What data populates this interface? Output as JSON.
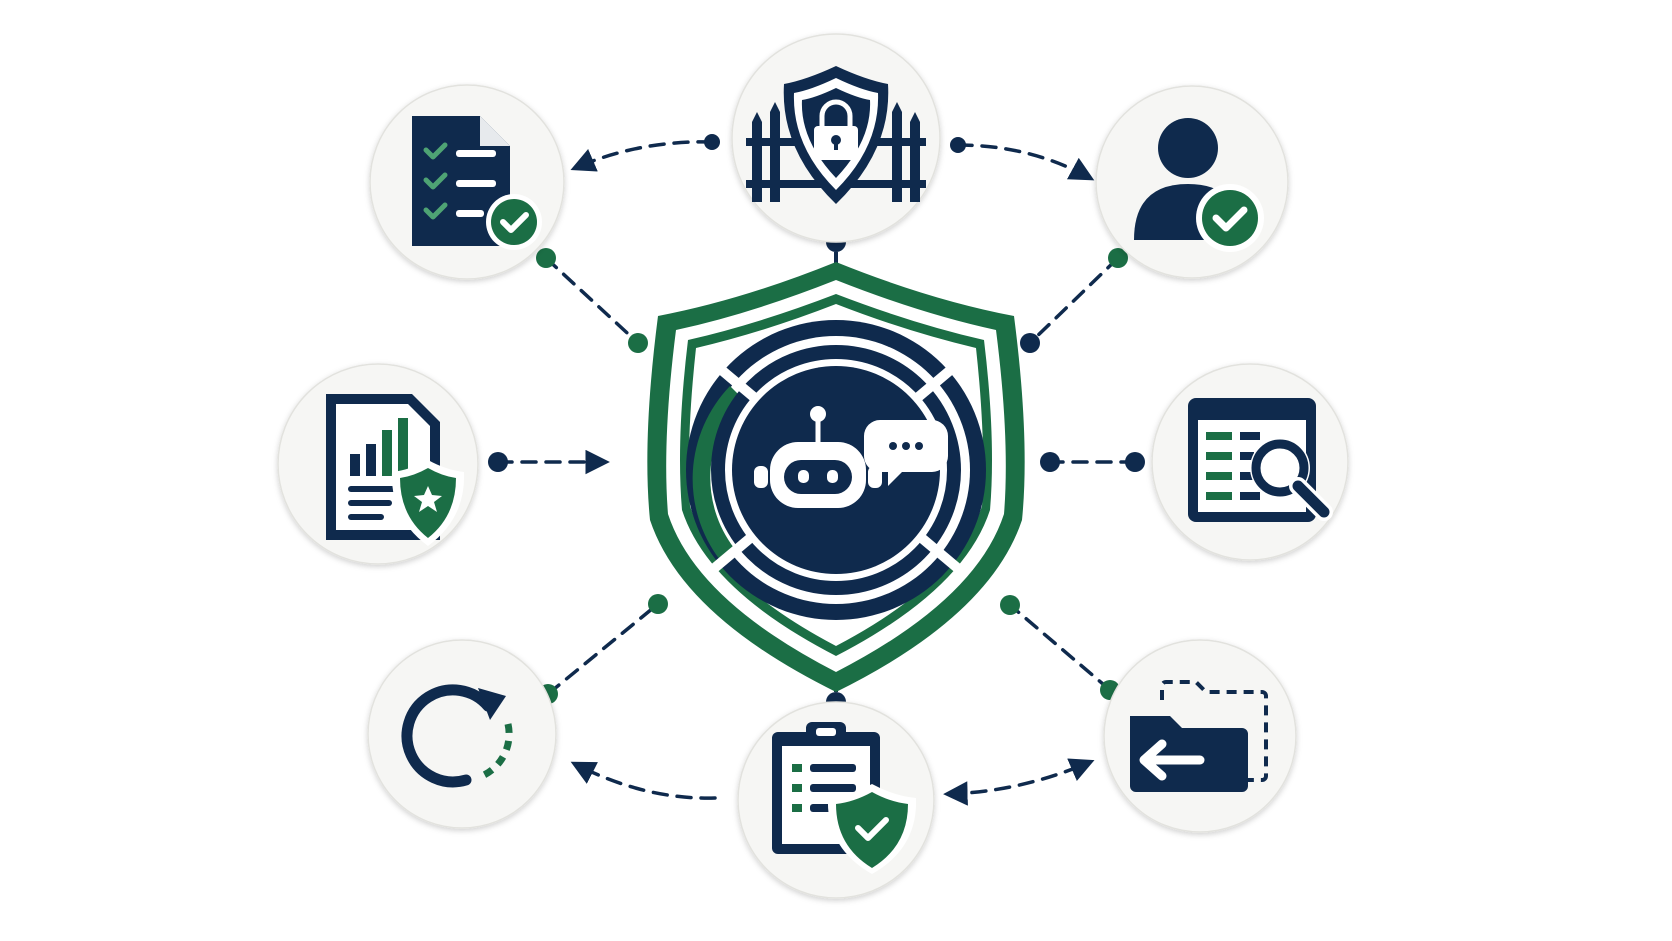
{
  "palette": {
    "navy": "#0f2a4d",
    "green": "#1b6e45",
    "node_background": "#f6f6f4",
    "page_background": "#ffffff"
  },
  "center": {
    "icon": "chatbot-robot-icon",
    "frame": "shield-icon"
  },
  "nodes": [
    {
      "id": "top",
      "icon": "shield-lock-fence-icon"
    },
    {
      "id": "top-left",
      "icon": "checklist-document-check-icon"
    },
    {
      "id": "top-right",
      "icon": "user-verified-icon"
    },
    {
      "id": "left",
      "icon": "report-chart-shield-icon"
    },
    {
      "id": "right",
      "icon": "window-search-icon"
    },
    {
      "id": "bottom-left",
      "icon": "refresh-cycle-icon"
    },
    {
      "id": "bottom",
      "icon": "clipboard-shield-check-icon"
    },
    {
      "id": "bottom-right",
      "icon": "folder-restore-icon"
    }
  ],
  "connections": [
    {
      "from": "top",
      "to": "top-left",
      "style": "dashed-arrow"
    },
    {
      "from": "top",
      "to": "top-right",
      "style": "dashed-arrow"
    },
    {
      "from": "top",
      "to": "center",
      "style": "arrow"
    },
    {
      "from": "bottom",
      "to": "center",
      "style": "arrow"
    },
    {
      "from": "bottom",
      "to": "bottom-left",
      "style": "dashed-arrow"
    },
    {
      "from": "bottom-right",
      "to": "bottom",
      "style": "dashed-arrow-both"
    },
    {
      "from": "top-left",
      "to": "center",
      "style": "dotted-link"
    },
    {
      "from": "top-right",
      "to": "center",
      "style": "dotted-link"
    },
    {
      "from": "left",
      "to": "center",
      "style": "dotted-link"
    },
    {
      "from": "right",
      "to": "center",
      "style": "dotted-link"
    },
    {
      "from": "bottom-left",
      "to": "center",
      "style": "dotted-link"
    },
    {
      "from": "bottom-right",
      "to": "center",
      "style": "dotted-link"
    }
  ]
}
